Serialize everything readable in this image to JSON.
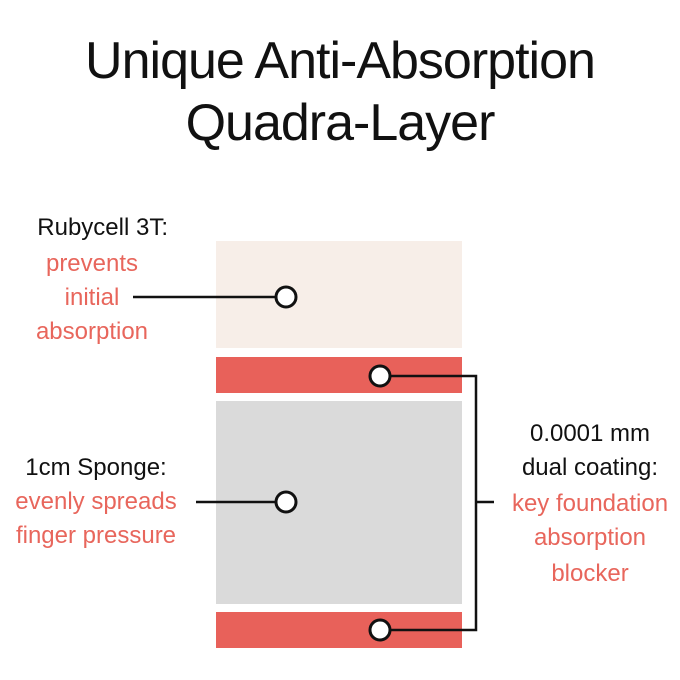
{
  "title": {
    "line1": "Unique Anti-Absorption",
    "line2": "Quadra-Layer"
  },
  "layers": [
    {
      "heading": "Rubycell 3T:",
      "description": [
        "prevents",
        "initial",
        "absorption"
      ],
      "color": "#f7eee8"
    },
    {
      "heading": "1cm Sponge:",
      "description": [
        "evenly spreads",
        "finger pressure"
      ],
      "color": "#dadada"
    },
    {
      "heading": [
        "0.0001 mm",
        "dual coating:"
      ],
      "description": [
        "key foundation",
        "absorption",
        "blocker"
      ],
      "color": "#e8615a"
    }
  ],
  "colors": {
    "accent_text": "#e8665c",
    "dark_text": "#111111",
    "connector": "#111111"
  }
}
